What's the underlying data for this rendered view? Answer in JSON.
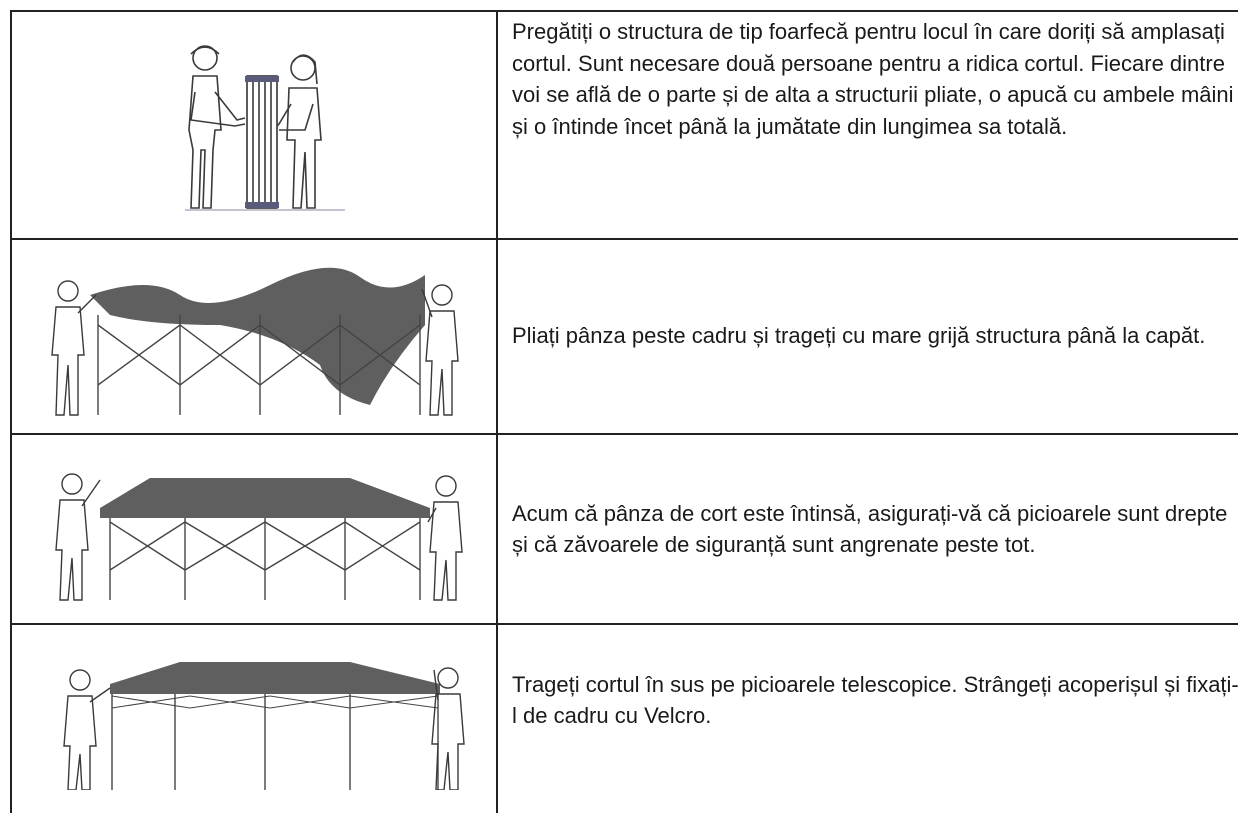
{
  "steps": [
    {
      "text": "Pregătiți o structura de tip foarfecă pentru locul în care doriți să amplasați cortul. Sunt necesare două persoane pentru a ridica cortul. Fiecare dintre voi se află de o parte și de alta a structurii pliate, o apucă cu ambele mâini și o întinde încet până la jumătate din lungimea sa totală."
    },
    {
      "text": "Pliați pânza peste cadru și trageți cu mare grijă structura până la capăt."
    },
    {
      "text": "Acum că pânza de cort este întinsă, asigurați-vă că picioarele sunt drepte și că zăvoarele de siguranță sunt angrenate peste tot."
    },
    {
      "text": "Trageți cortul în sus pe picioarele telescopice. Strângeți acoperișul și fixați-l de cadru cu Velcro."
    }
  ],
  "colors": {
    "canopy": "#5f5f5f",
    "line": "#222222",
    "figure": "#3a3a3a"
  }
}
